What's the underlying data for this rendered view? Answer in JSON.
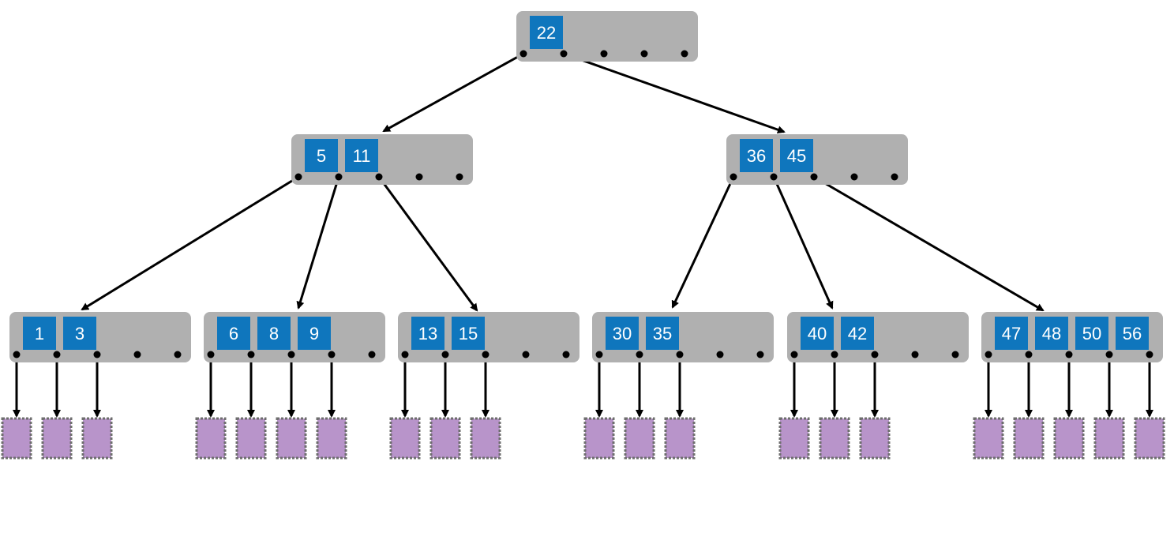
{
  "tree": {
    "root": {
      "keys": [
        "22"
      ],
      "children": [
        "internal-left",
        "internal-right"
      ]
    },
    "internal_nodes": [
      {
        "id": "internal-left",
        "keys": [
          "5",
          "11"
        ],
        "children": [
          "leaf-1",
          "leaf-2",
          "leaf-3"
        ]
      },
      {
        "id": "internal-right",
        "keys": [
          "36",
          "45"
        ],
        "children": [
          "leaf-4",
          "leaf-5",
          "leaf-6"
        ]
      }
    ],
    "leaf_nodes": [
      {
        "id": "leaf-1",
        "keys": [
          "1",
          "3"
        ],
        "data_pages": 3
      },
      {
        "id": "leaf-2",
        "keys": [
          "6",
          "8",
          "9"
        ],
        "data_pages": 4
      },
      {
        "id": "leaf-3",
        "keys": [
          "13",
          "15"
        ],
        "data_pages": 3
      },
      {
        "id": "leaf-4",
        "keys": [
          "30",
          "35"
        ],
        "data_pages": 3
      },
      {
        "id": "leaf-5",
        "keys": [
          "40",
          "42"
        ],
        "data_pages": 3
      },
      {
        "id": "leaf-6",
        "keys": [
          "47",
          "48",
          "50",
          "56"
        ],
        "data_pages": 5
      }
    ],
    "colors": {
      "node_background": "#b0b0b0",
      "key_box": "#0f76bd",
      "key_text": "#ffffff",
      "data_page": "#b894ca",
      "edge": "#000000"
    }
  }
}
